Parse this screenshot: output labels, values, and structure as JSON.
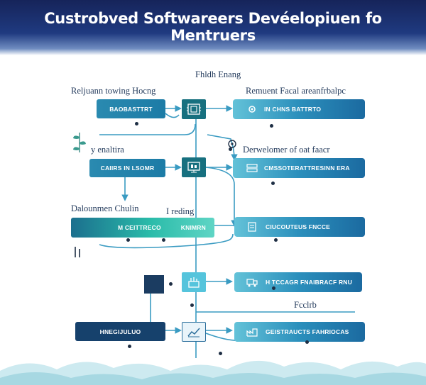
{
  "title": "Custrobved Softwareers Devéelopiuen fo Mentruers",
  "labels": {
    "center_top": "Fhldh   Enang",
    "left_1": "Reljuann towing Hocng",
    "right_1": "Remuent Facal areanfrbalpc",
    "left_2": "y enaltira",
    "right_2": "Derwelomer of oat faacr",
    "left_3": "Dalounmen Chulin",
    "center_3": "I reding",
    "right_5": "Fcclrb"
  },
  "boxes": {
    "left_1": "BAOBASTTRT",
    "left_2": "CAIIRS  IN LSOMR",
    "left_3_a": "M CEITTRECO",
    "left_3_b": "KNIMRN",
    "left_5": "HNEGIJULUO",
    "right_1": "IN CHNS BATTRTO",
    "right_2": "CMSSOTERATTRESINN ERA",
    "right_3": "CIUCOUTEUS FNCCE",
    "right_4": "H  TCCAGR FNAIBRACF RNU",
    "right_5": "GEISTRAUCTS FAHRIOCAS"
  },
  "colors": {
    "header": "#1f3a80",
    "teal": "#2abba9",
    "blue": "#1c7ba6",
    "navy": "#16416c",
    "text": "#263d5e"
  },
  "icons": [
    "circuit-icon",
    "monitor-icon",
    "chart-icon",
    "tools-icon",
    "gear-icon",
    "leaf-icon"
  ]
}
